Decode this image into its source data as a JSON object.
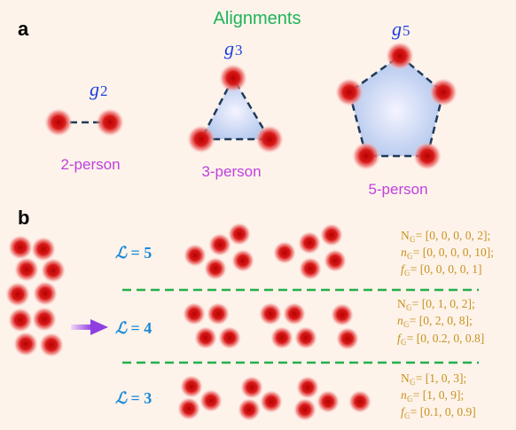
{
  "panel_a": {
    "label": "a",
    "title": "Alignments",
    "groups": [
      {
        "glyph": "g",
        "sub": "2",
        "caption": "2-person"
      },
      {
        "glyph": "g",
        "sub": "3",
        "caption": "3-person"
      },
      {
        "glyph": "g",
        "sub": "5",
        "caption": "5-person"
      }
    ]
  },
  "panel_b": {
    "label": "b",
    "rows": [
      {
        "level_symbol": "ℒ",
        "level_eq": " = 5",
        "stats": [
          {
            "sym": "N",
            "sub": "𝔾",
            "val": "= [0, 0, 0, 0, 2];"
          },
          {
            "sym": "n",
            "sub": "𝔾",
            "val": "= [0, 0, 0, 0, 10];"
          },
          {
            "sym": "f",
            "sub": "𝔾",
            "val": "= [0, 0, 0, 0, 1]"
          }
        ]
      },
      {
        "level_symbol": "ℒ",
        "level_eq": " = 4",
        "stats": [
          {
            "sym": "N",
            "sub": "𝔾",
            "val": "= [0, 1, 0, 2];"
          },
          {
            "sym": "n",
            "sub": "𝔾",
            "val": "= [0, 2, 0, 8];"
          },
          {
            "sym": "f",
            "sub": "𝔾",
            "val": "= [0, 0.2, 0, 0.8]"
          }
        ]
      },
      {
        "level_symbol": "ℒ",
        "level_eq": " = 3",
        "stats": [
          {
            "sym": "N",
            "sub": "𝔾",
            "val": "= [1, 0, 3];"
          },
          {
            "sym": "n",
            "sub": "𝔾",
            "val": "= [1, 0, 9];"
          },
          {
            "sym": "f",
            "sub": "𝔾",
            "val": "= [0.1, 0, 0.9]"
          }
        ]
      }
    ]
  },
  "colors": {
    "background": "#fdf3ea",
    "title": "#1db35a",
    "glyph": "#1d3fe0",
    "caption": "#c040e0",
    "level": "#1a88d8",
    "stats": "#c8901e",
    "divider": "#22b04a",
    "edge": "#1f3a5a",
    "person": "#d41818"
  }
}
